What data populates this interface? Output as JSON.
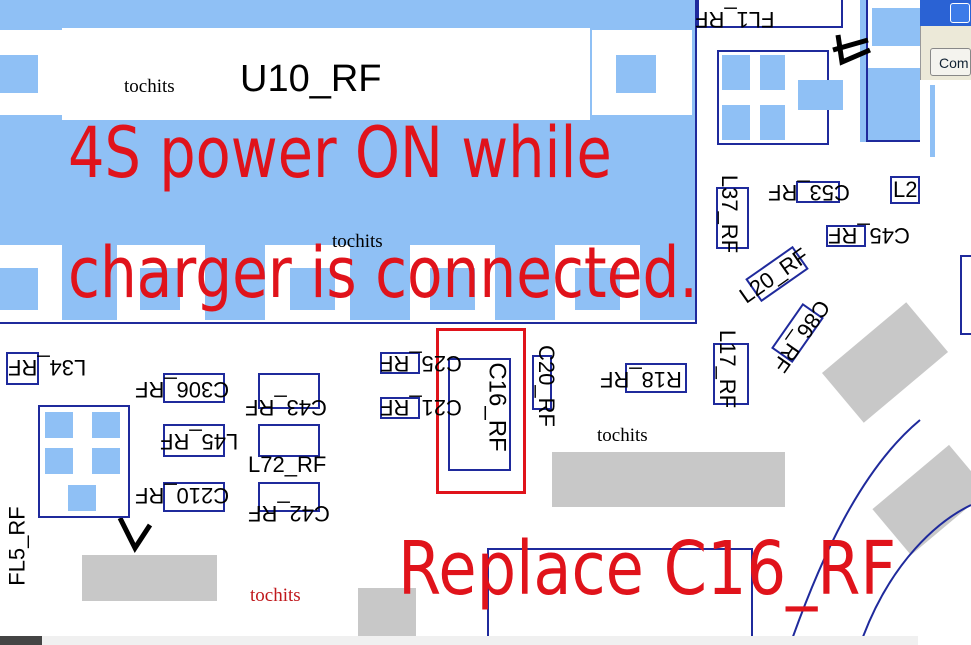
{
  "annotations": {
    "headline_line1": "4S power ON while",
    "headline_line2": "charger is connected.",
    "action": "Replace C16_RF"
  },
  "watermarks": [
    "tochits",
    "tochits",
    "tochits",
    "tochits"
  ],
  "components": {
    "u10": "U10_RF",
    "fl1": "FL1_RF",
    "l37": "L37_RF",
    "c53": "C53_RF",
    "l2": "L2",
    "c45": "C45_RF",
    "l20": "L20_RF",
    "c86": "C86_RF",
    "l17": "L17_RF",
    "r18": "R18_RF",
    "c20": "C20_RF",
    "c16": "C16_RF",
    "c25": "C25_RF",
    "c21": "C21_RF",
    "l34": "L34_RF",
    "c306": "C306_RF",
    "c43": "C43_RF",
    "l45": "L45_RF",
    "l72": "L72_RF",
    "c210": "C210_RF",
    "c42": "C42_RF",
    "fl5": "FL5_RF"
  },
  "window_button": "Com",
  "colors": {
    "pad_blue": "#8fc0f5",
    "outline_blue": "#1f2a9c",
    "highlight_red": "#e0131b",
    "gray_pad": "#c8c8c8"
  }
}
